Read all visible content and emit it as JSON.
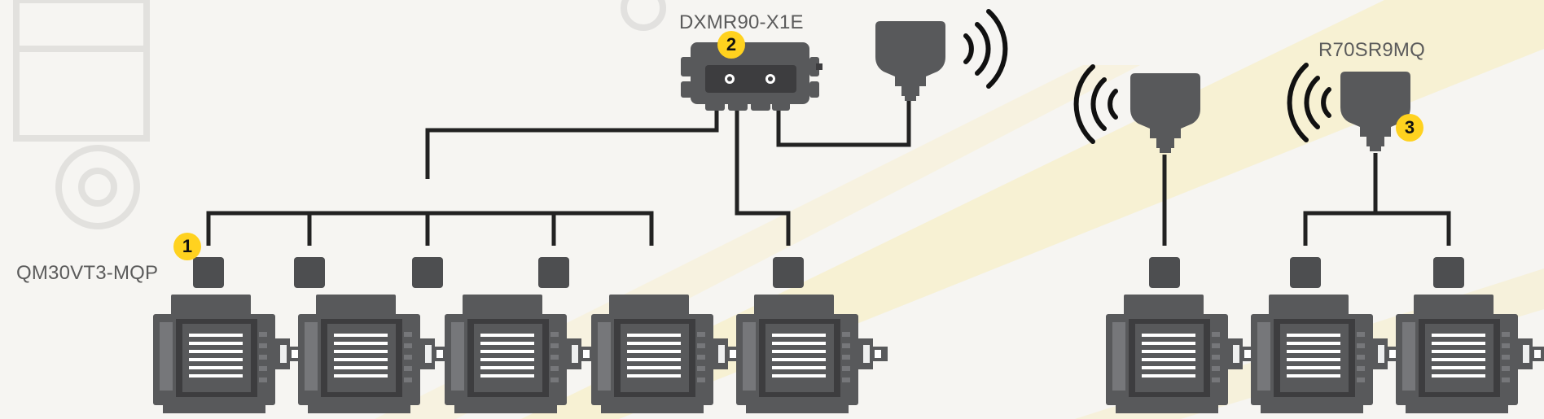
{
  "labels": {
    "sensor_model": "QM30VT3-MQP",
    "controller_model": "DXMR90-X1E",
    "radio_model": "R70SR9MQ"
  },
  "badges": [
    "1",
    "2",
    "3"
  ],
  "colors": {
    "device": "#58595b",
    "device_dark": "#3d3d3f",
    "device_light": "#76777a",
    "cable": "#222222",
    "badge": "#ffd21f",
    "background": "#f6f5f2",
    "accent_stripe": "#f7e7a3"
  },
  "icons": {
    "controller": "controller-icon",
    "radio": "radio-icon",
    "wireless": "wireless-signal-icon",
    "sensor": "sensor-icon",
    "motor": "motor-icon"
  }
}
